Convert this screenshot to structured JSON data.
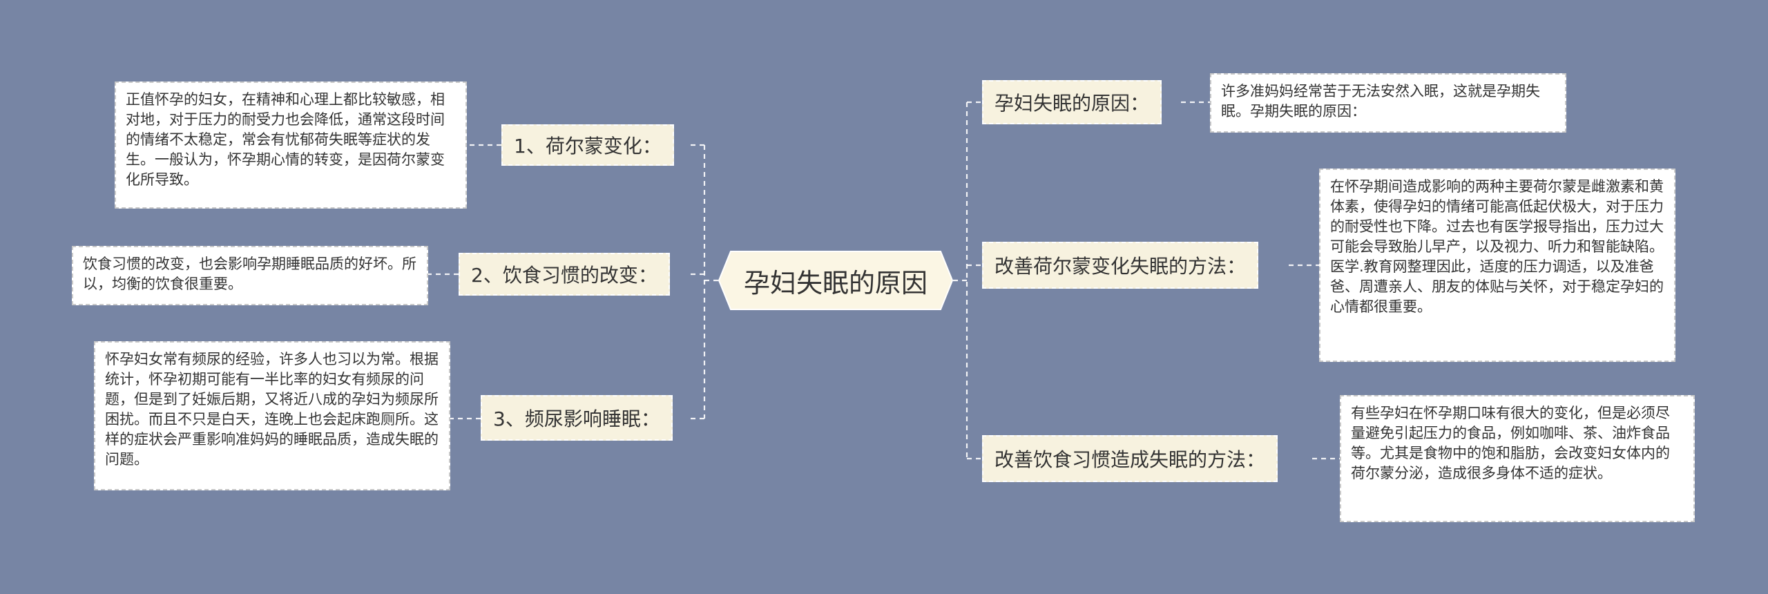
{
  "root": {
    "label": "孕妇失眠的原因"
  },
  "left_branches": [
    {
      "label": "1、荷尔蒙变化：",
      "detail": "正值怀孕的妇女，在精神和心理上都比较敏感，相对地，对于压力的耐受力也会降低，通常这段时间的情绪不太稳定，常会有忧郁荷失眠等症状的发生。一般认为，怀孕期心情的转变，是因荷尔蒙变化所导致。"
    },
    {
      "label": "2、饮食习惯的改变：",
      "detail": "饮食习惯的改变，也会影响孕期睡眠品质的好坏。所以，均衡的饮食很重要。"
    },
    {
      "label": "3、频尿影响睡眠：",
      "detail": "怀孕妇女常有频尿的经验，许多人也习以为常。根据统计，怀孕初期可能有一半比率的妇女有频尿的问题，但是到了妊娠后期，又将近八成的孕妇为频尿所困扰。而且不只是白天，连晚上也会起床跑厕所。这样的症状会严重影响准妈妈的睡眠品质，造成失眠的问题。"
    }
  ],
  "right_branches": [
    {
      "label": "孕妇失眠的原因：",
      "detail": "许多准妈妈经常苦于无法安然入眠，这就是孕期失眠。孕期失眠的原因："
    },
    {
      "label": "改善荷尔蒙变化失眠的方法：",
      "detail": "在怀孕期间造成影响的两种主要荷尔蒙是雌激素和黄体素，使得孕妇的情绪可能高低起伏极大，对于压力的耐受性也下降。过去也有医学报导指出，压力过大可能会导致胎儿早产，以及视力、听力和智能缺陷。医学.教育网整理因此，适度的压力调适，以及准爸爸、周遭亲人、朋友的体贴与关怀，对于稳定孕妇的心情都很重要。"
    },
    {
      "label": "改善饮食习惯造成失眠的方法：",
      "detail": "有些孕妇在怀孕期口味有很大的变化，但是必须尽量避免引起压力的食品，例如咖啡、茶、油炸食品等。尤其是食物中的饱和脂肪，会改变妇女体内的荷尔蒙分泌，造成很多身体不适的症状。"
    }
  ],
  "colors": {
    "background": "#7785a4",
    "branch_fill": "#f7f2df",
    "leaf_fill": "#ffffff",
    "root_fill": "#fbf6e4"
  }
}
